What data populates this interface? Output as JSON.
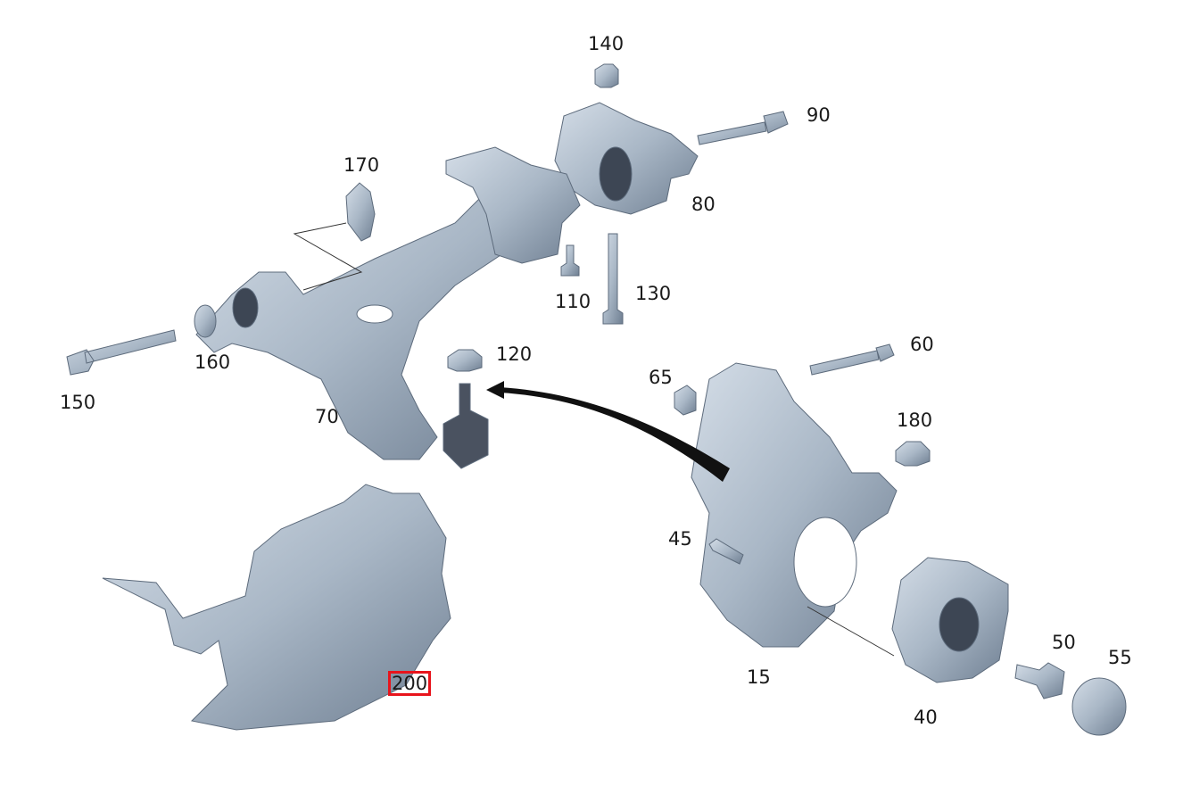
{
  "diagram": {
    "part_labels": [
      "140",
      "90",
      "170",
      "80",
      "110",
      "130",
      "160",
      "120",
      "150",
      "60",
      "65",
      "70",
      "180",
      "45",
      "50",
      "55",
      "15",
      "40",
      "200"
    ],
    "highlighted_label": "200",
    "highlight_color": "#e8141c",
    "part_color": "#a9b7c6",
    "part_shadow_color": "#6f7f92"
  }
}
